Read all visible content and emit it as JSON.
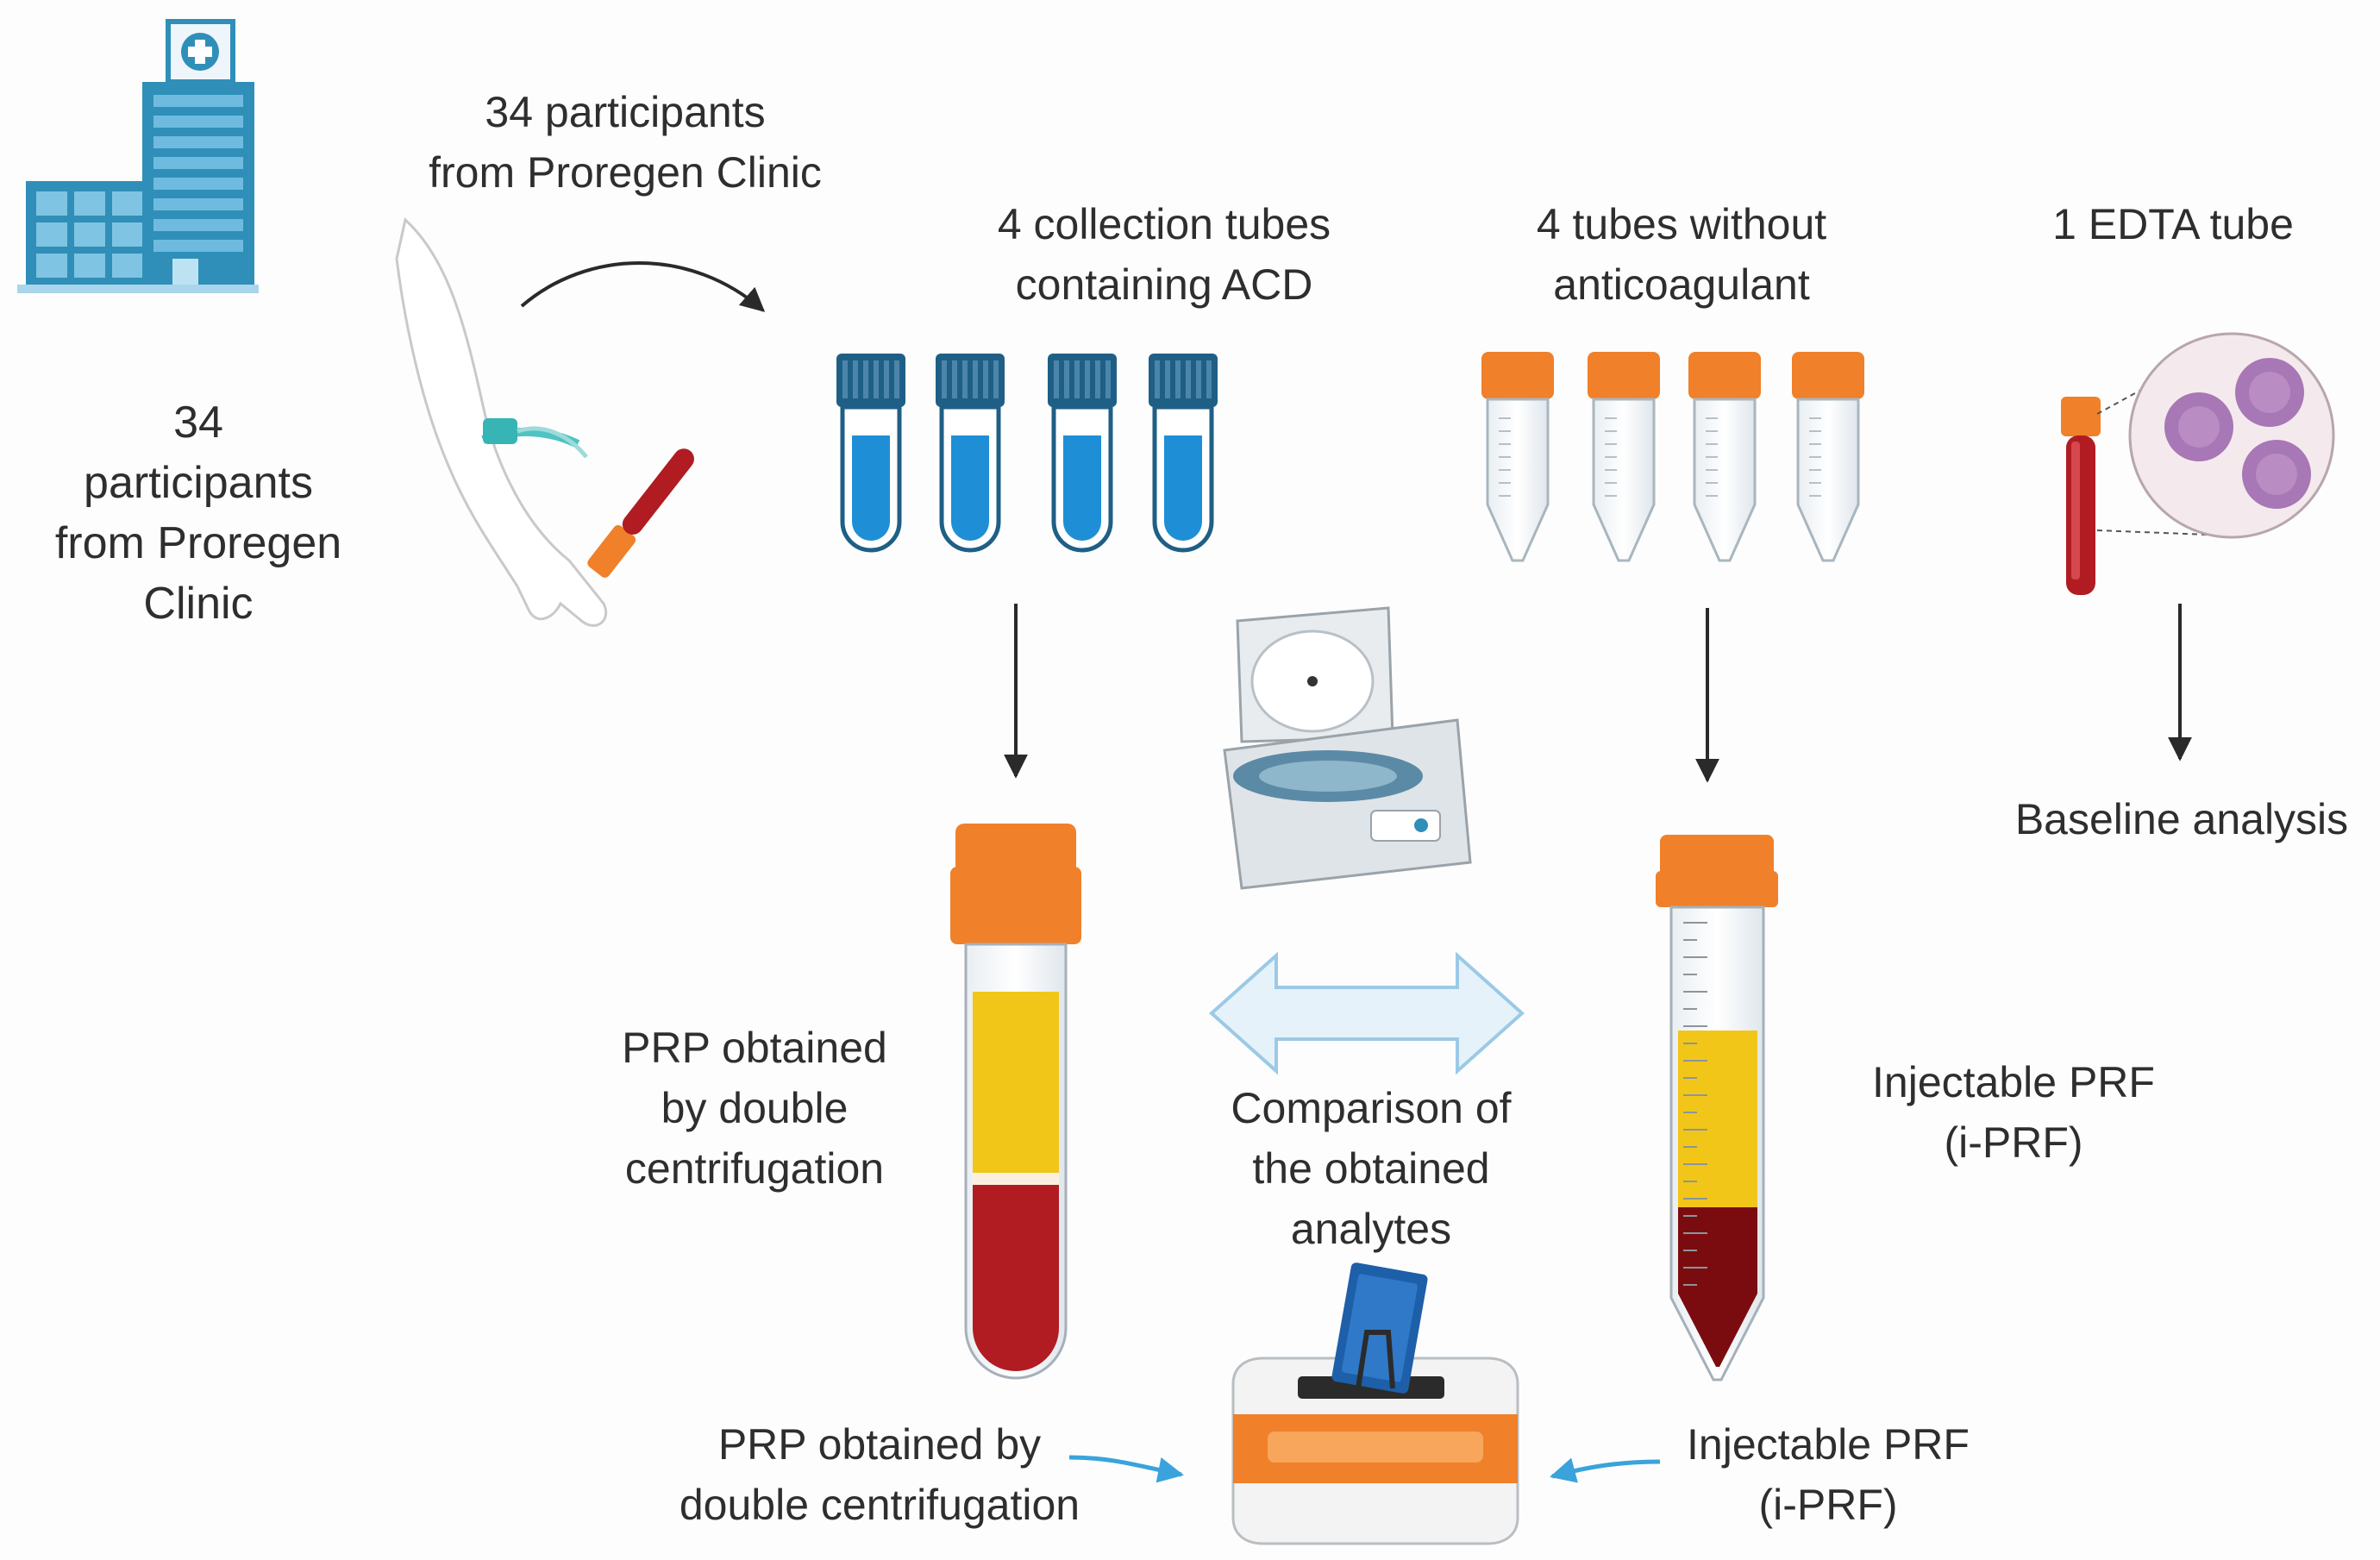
{
  "labels": {
    "clinic_top": [
      "34 participants",
      "from Proregen Clinic"
    ],
    "clinic_left": [
      "34",
      "participants",
      "from Proregen",
      "Clinic"
    ],
    "acd_tubes": [
      "4 collection tubes",
      "containing ACD"
    ],
    "no_anticoag": [
      "4 tubes without",
      "anticoagulant"
    ],
    "edta": [
      "1 EDTA tube"
    ],
    "baseline": [
      "Baseline analysis"
    ],
    "prp_mid": [
      "PRP obtained",
      "by double",
      "centrifugation"
    ],
    "comparison": [
      "Comparison of",
      "the obtained",
      "analytes"
    ],
    "iprf_mid": [
      "Injectable PRF",
      "(i-PRF)"
    ],
    "prp_bottom": [
      "PRP  obtained by",
      "double centrifugation"
    ],
    "iprf_bottom": [
      "Injectable PRF",
      "(i-PRF)"
    ]
  },
  "colors": {
    "acd_cap": "#1f5f86",
    "acd_liquid": "#1e8fd6",
    "orange_cap": "#f0802a",
    "blood": "#b01c22",
    "dark_blood": "#7a0c10",
    "plasma": "#f2c618",
    "building": "#2f8fb8",
    "blue_arrow": "#3aa3db",
    "cell": "#a877b5"
  },
  "icons": [
    "hospital-icon",
    "arm-blood-draw-icon",
    "centrifuge-icon",
    "analyzer-icon",
    "microscope-cells-icon"
  ]
}
